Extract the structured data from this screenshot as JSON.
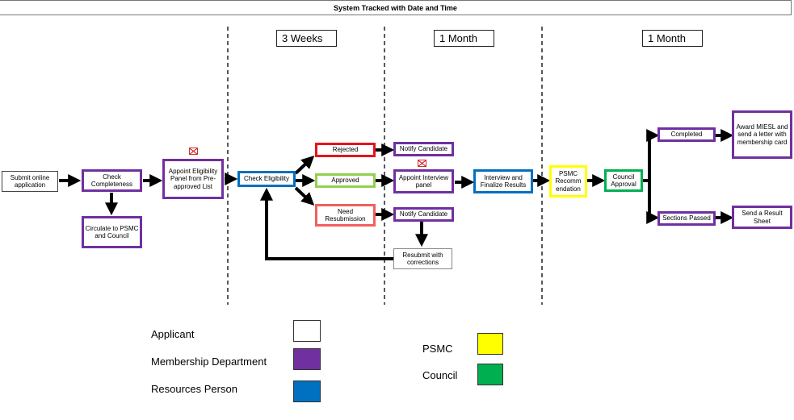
{
  "title": "System Tracked with Date and Time",
  "phases": [
    "3 Weeks",
    "1 Month",
    "1 Month"
  ],
  "nodes": {
    "submit": "Submit online application",
    "check_completeness": "Check Completeness",
    "circulate": "Circulate to PSMC and Council",
    "appoint_panel": "Appoint Eligibility Panel from Pre-approved List",
    "check_eligibility": "Check Eligibility",
    "rejected": "Rejected",
    "approved": "Approved",
    "need_resubmission": "Need Resubmission",
    "notify_1": "Notify Candidate",
    "appoint_interview": "Appoint Interview panel",
    "notify_2": "Notify Candidate",
    "resubmit": "Resubmit with corrections",
    "interview": "Interview and Finalize Results",
    "psmc_recommendation": "PSMC Recomm endation",
    "council_approval": "Council Approval",
    "completed": "Completed",
    "sections_passed": "Sections Passed",
    "award": "Award MIESL and send a letter with membership card",
    "send_result": "Send a Result Sheet"
  },
  "legend": {
    "applicant": {
      "label": "Applicant",
      "color": "#FFFFFF"
    },
    "membership": {
      "label": "Membership Department",
      "color": "#7030A0"
    },
    "resources": {
      "label": "Resources Person",
      "color": "#0070C0"
    },
    "psmc": {
      "label": "PSMC",
      "color": "#FFFF00"
    },
    "council": {
      "label": "Council",
      "color": "#00B050"
    }
  },
  "icons": {
    "email": "email-icon"
  }
}
